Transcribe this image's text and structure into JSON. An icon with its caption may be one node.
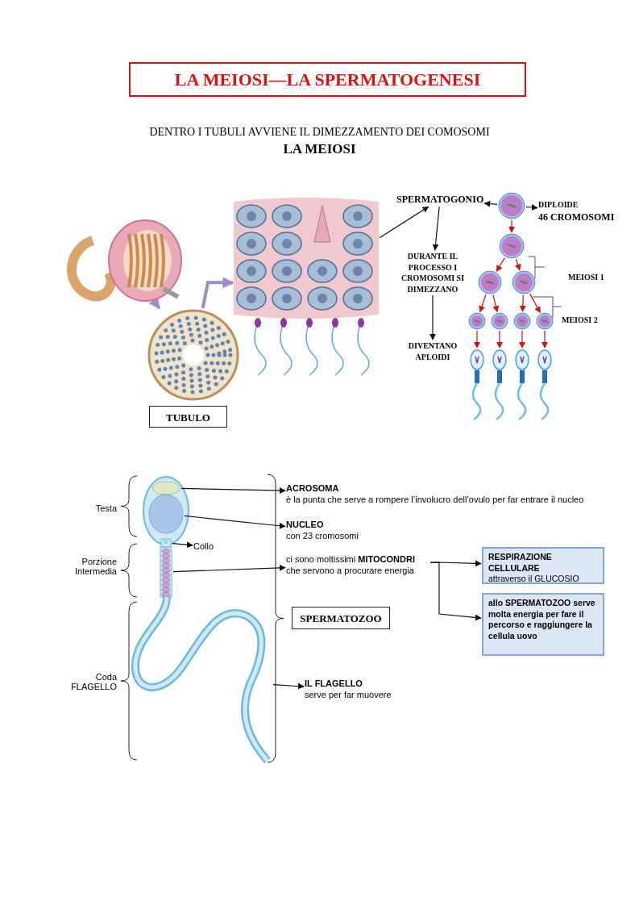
{
  "diagram": {
    "title": "LA MEIOSI—LA SPERMATOGENESI",
    "nodes": [
      {
        "text": [],
        "shape": "picture"
      },
      {
        "text": [],
        "shape": "picture"
      },
      {
        "text": [
          "TUBULO"
        ]
      },
      {
        "text": [],
        "shape": "picture"
      },
      {
        "text": [
          "SPERMATOGONIO"
        ]
      },
      {
        "text": [],
        "shape": "circle"
      },
      {
        "text": [
          "DIPLOIDE",
          "46 CROMOSOMI"
        ]
      },
      {
        "text": [
          "DURANTE IL PROCESSO I CROMOSOMI SI DIMEZZANO"
        ]
      },
      {
        "text": [
          "DIVENTANO APLOIDI"
        ]
      },
      {
        "text": [],
        "shape": "circle"
      },
      {
        "text": [],
        "shape": "circle"
      },
      {
        "text": [],
        "shape": "circle"
      },
      {
        "text": [],
        "shape": "circle"
      },
      {
        "text": [],
        "shape": "circle"
      },
      {
        "text": [],
        "shape": "circle"
      },
      {
        "text": [],
        "shape": "circle"
      },
      {
        "text": [],
        "shape": "picture"
      },
      {
        "text": [],
        "shape": "picture"
      },
      {
        "text": [],
        "shape": "picture"
      },
      {
        "text": [],
        "shape": "picture"
      },
      {
        "text": [],
        "shape": "circle"
      },
      {
        "text": [],
        "shape": "circle"
      },
      {
        "text": [],
        "shape": "box"
      },
      {
        "text": [],
        "shape": "picture"
      },
      {
        "text": [],
        "shape": "picture"
      },
      {
        "text": [
          "ACROSOMA",
          "è la punta che serve a rompere l’involucro dell’ovulo per far entrare il nucleo"
        ]
      },
      {
        "text": [
          "NUCLEO",
          "con 23 cromosomi"
        ]
      },
      {
        "text": [
          "Collo"
        ]
      },
      {
        "text": [
          "ci sono moltissimi **MITOCONDRI** che servono a procurare energia"
        ]
      },
      {
        "text": [
          "RESPIRAZIONE CELLULARE",
          "attraverso il GLUCOSIO"
        ]
      },
      {
        "text": [
          "allo SPERMATOZOO serve molta energia per fare il percorso e raggiungere la cellula uovo"
        ]
      },
      {
        "text": [
          "SPERMATOZOO"
        ]
      },
      {
        "text": [
          "IL FLAGELLO",
          "serve per far muovere"
        ]
      }
    ],
    "edges": [
      {
        "from": 0,
        "to": 1,
        "arrow": "to",
        "style": "thick",
        "color": "#a08cc8"
      },
      {
        "from": 1,
        "to": 3,
        "arrow": "to",
        "style": "thick",
        "color": "#a08cc8"
      },
      {
        "from": 3,
        "to": 4,
        "arrow": "to"
      },
      {
        "from": 5,
        "to": 4,
        "arrow": "to"
      },
      {
        "from": 5,
        "to": 6,
        "arrow": "to"
      },
      {
        "from": 4,
        "to": 7,
        "arrow": "to"
      },
      {
        "from": 7,
        "to": 8,
        "arrow": "to"
      },
      {
        "from": 5,
        "to": 9,
        "arrow": "to",
        "color": "#cc1111"
      },
      {
        "from": 9,
        "to": 10,
        "arrow": "to",
        "color": "#cc1111"
      },
      {
        "from": 9,
        "to": 11,
        "arrow": "to",
        "color": "#cc1111"
      },
      {
        "from": 10,
        "to": 12,
        "arrow": "to",
        "color": "#cc1111"
      },
      {
        "from": 10,
        "to": 13,
        "arrow": "to",
        "color": "#cc1111"
      },
      {
        "from": 11,
        "to": 14,
        "arrow": "to",
        "color": "#cc1111"
      },
      {
        "from": 11,
        "to": 15,
        "arrow": "to",
        "color": "#cc1111"
      },
      {
        "from": 12,
        "to": 16,
        "arrow": "to",
        "color": "#cc1111"
      },
      {
        "from": 13,
        "to": 17,
        "arrow": "to",
        "color": "#cc1111"
      },
      {
        "from": 14,
        "to": 18,
        "arrow": "to",
        "color": "#cc1111"
      },
      {
        "from": 15,
        "to": 19,
        "arrow": "to",
        "color": "#cc1111"
      },
      {
        "from": 20,
        "to": 25,
        "arrow": "to"
      },
      {
        "from": 21,
        "to": 26,
        "arrow": "to"
      },
      {
        "from": 22,
        "to": 27,
        "arrow": "to"
      },
      {
        "from": 23,
        "to": 28,
        "arrow": "to"
      },
      {
        "from": 28,
        "to": 29,
        "arrow": "to"
      },
      {
        "from": 28,
        "to": 30,
        "arrow": "to"
      },
      {
        "from": 24,
        "to": 32,
        "arrow": "to"
      }
    ],
    "labels": [
      "DENTRO I TUBULI AVVIENE IL DIMEZZAMENTO DEI COMOSOMI",
      "LA MEIOSI",
      "MEIOSI 1",
      "MEIOSI 2",
      "Testa",
      "Porzione Intermedia",
      "Coda FLAGELLO"
    ]
  }
}
